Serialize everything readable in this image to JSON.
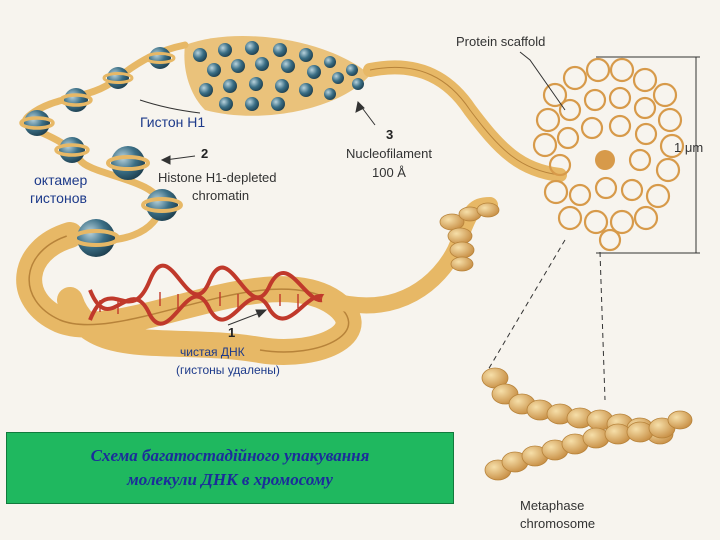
{
  "labels": {
    "protein_scaffold": "Protein scaffold",
    "histone_h1": "Гистон Н1",
    "num_2": "2",
    "octamer_line1": "октамер",
    "octamer_line2": "гистонов",
    "h1_depleted_line1": "Histone H1-depleted",
    "h1_depleted_line2": "chromatin",
    "num_3": "3",
    "nucleofilament_line1": "Nucleofilament",
    "nucleofilament_line2": "100 Å",
    "scale": "1 μm",
    "num_1": "1",
    "pure_dna_line1": "чистая ДНК",
    "pure_dna_line2": "(гистоны удалены)",
    "metaphase_line1": "Metaphase",
    "metaphase_line2": "chromosome"
  },
  "caption": {
    "line1": "Схема багатостадійного упакування",
    "line2": "молекули ДНК в хромосому"
  },
  "colors": {
    "fiber": "#e7b866",
    "fiber_dark": "#b7833a",
    "nucleosome": "#3b6f86",
    "helix_red": "#c0392b",
    "caption_bg": "#1fb85f",
    "caption_text": "#1b2d9a"
  }
}
